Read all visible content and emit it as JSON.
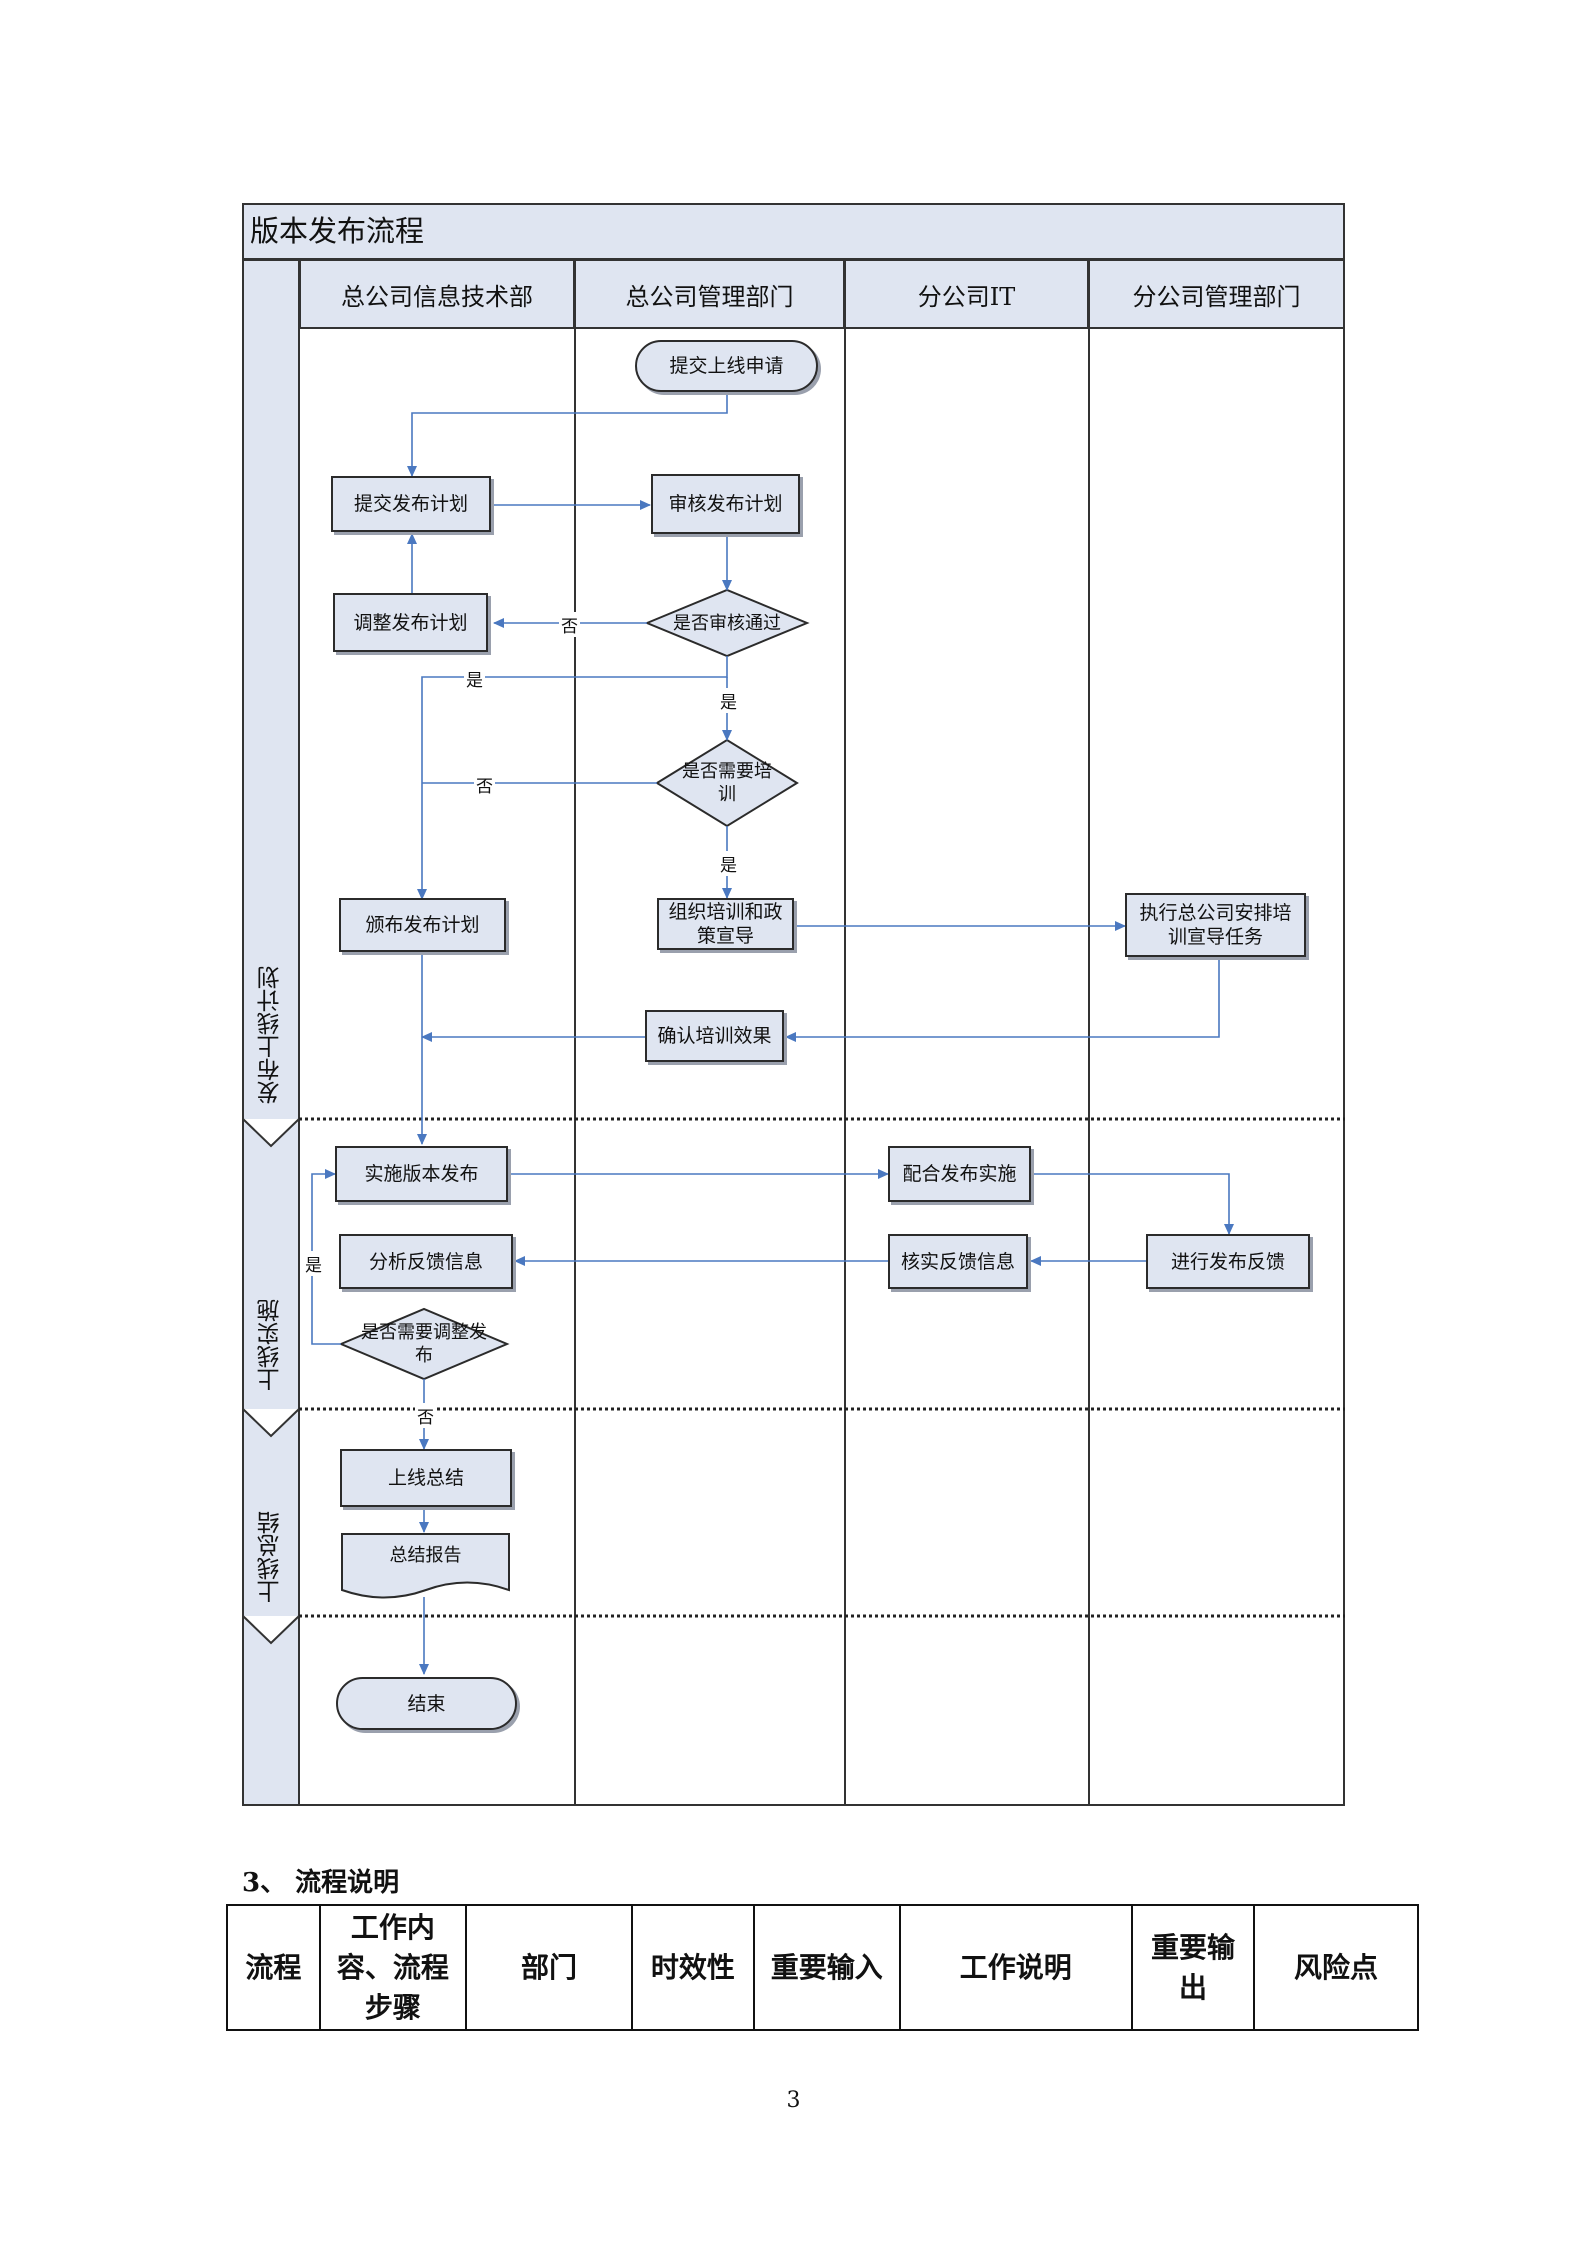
{
  "flowchart": {
    "title": "版本发布流程",
    "lanes": [
      "总公司信息技术部",
      "总公司管理部门",
      "分公司IT",
      "分公司管理部门"
    ],
    "phases": [
      "发布上线计划",
      "上线实施",
      "上线总结"
    ],
    "nodes": {
      "submit_online_request": "提交上线申请",
      "submit_release_plan": "提交发布计划",
      "review_release_plan": "审核发布计划",
      "adjust_release_plan": "调整发布计划",
      "review_passed": "是否审核通过",
      "training_needed": "是否需要培训",
      "issue_release_plan": "颁布发布计划",
      "organize_training": "组织培训和政策宣导",
      "execute_training": "执行总公司安排培训宣导任务",
      "confirm_training": "确认培训效果",
      "implement_release": "实施版本发布",
      "assist_release": "配合发布实施",
      "analyze_feedback": "分析反馈信息",
      "verify_feedback": "核实反馈信息",
      "give_feedback": "进行发布反馈",
      "adjust_needed": "是否需要调整发布",
      "online_summary": "上线总结",
      "summary_report": "总结报告",
      "end": "结束"
    },
    "edge_labels": {
      "yes": "是",
      "no": "否"
    }
  },
  "section": {
    "title": "3、 流程说明",
    "table_headers": [
      "流程",
      "工作内容、流程步骤",
      "部门",
      "时效性",
      "重要输入",
      "工作说明",
      "重要输出",
      "风险点"
    ]
  },
  "page_number": "3",
  "colors": {
    "box_fill": "#dfe5f1",
    "arrow": "#4a78c0",
    "border": "#333333"
  }
}
